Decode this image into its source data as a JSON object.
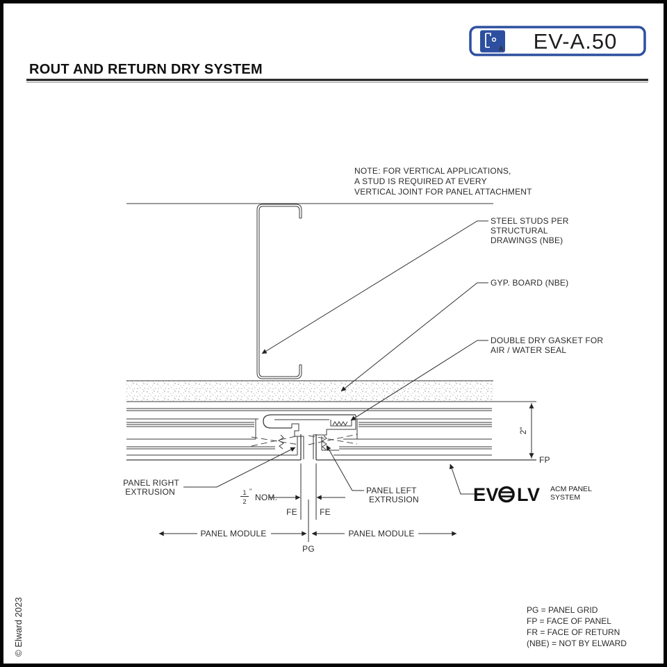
{
  "page": {
    "title": "ROUT AND RETURN DRY SYSTEM",
    "copyright": "© Elward 2023"
  },
  "title_block": {
    "code": "EV-A.50",
    "icon_letter": "A",
    "accent_blue": "#2d4f9f"
  },
  "note": {
    "line1": "NOTE: FOR VERTICAL APPLICATIONS,",
    "line2": "A STUD IS REQUIRED AT EVERY",
    "line3": "VERTICAL JOINT FOR PANEL ATTACHMENT"
  },
  "callouts": {
    "steel_studs_1": "STEEL STUDS PER",
    "steel_studs_2": "STRUCTURAL",
    "steel_studs_3": "DRAWINGS  (NBE)",
    "gyp_board": "GYP.  BOARD (NBE)",
    "gasket_1": "DOUBLE DRY GASKET FOR",
    "gasket_2": "AIR / WATER SEAL",
    "panel_right_1": "PANEL RIGHT",
    "panel_right_2": "EXTRUSION",
    "panel_left_1": "PANEL LEFT",
    "panel_left_2": "EXTRUSION"
  },
  "dimensions": {
    "depth": "2\"",
    "reveal_numerator": "1",
    "reveal_denominator": "2",
    "reveal_unit": "\"",
    "reveal_suffix": "NOM.",
    "fe_left": "FE",
    "fe_right": "FE",
    "fp": "FP",
    "pg": "PG",
    "panel_module_left": "PANEL MODULE",
    "panel_module_right": "PANEL MODULE"
  },
  "brand": {
    "logo_ev": "EV",
    "logo_lv": "LV",
    "product_1": "ACM PANEL",
    "product_2": "SYSTEM"
  },
  "legend": {
    "line1": "PG = PANEL GRID",
    "line2": "FP = FACE OF PANEL",
    "line3": "FR = FACE OF RETURN",
    "line4": "(NBE) = NOT BY ELWARD"
  }
}
